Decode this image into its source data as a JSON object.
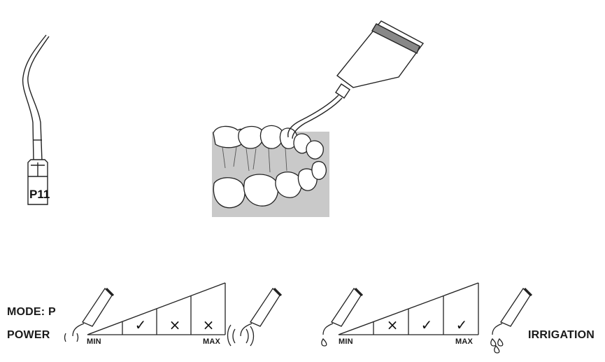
{
  "tip": {
    "name": "P11"
  },
  "mode": {
    "label": "MODE: P"
  },
  "power": {
    "label": "POWER",
    "min_label": "MIN",
    "max_label": "MAX",
    "settings": [
      "✓",
      "×",
      "×"
    ]
  },
  "irrigation": {
    "label": "IRRIGATION",
    "min_label": "MIN",
    "max_label": "MAX",
    "settings": [
      "×",
      "✓",
      "✓"
    ]
  }
}
